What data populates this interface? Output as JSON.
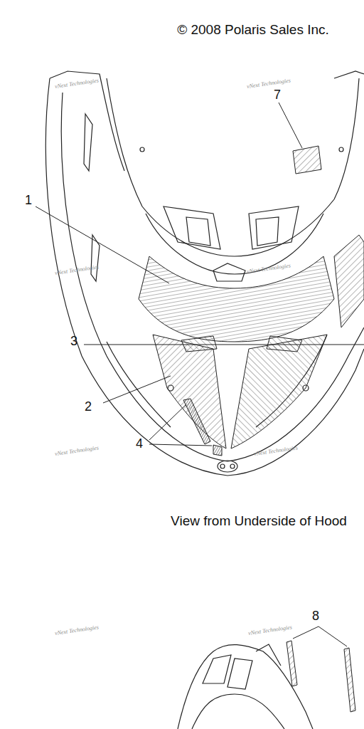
{
  "diagram": {
    "labels": [
      "© 2008 Polaris Sales Inc.",
      "vNext Technologies",
      "vNext Technologies",
      "7",
      "1",
      "vNext Technologies",
      "vNext Technologies",
      "3",
      "2",
      "4",
      "vNext Technologies",
      "vNext Technologies",
      "View from Underside of Hood",
      "8",
      "vNext Technologies",
      "vNext Technologies"
    ]
  }
}
